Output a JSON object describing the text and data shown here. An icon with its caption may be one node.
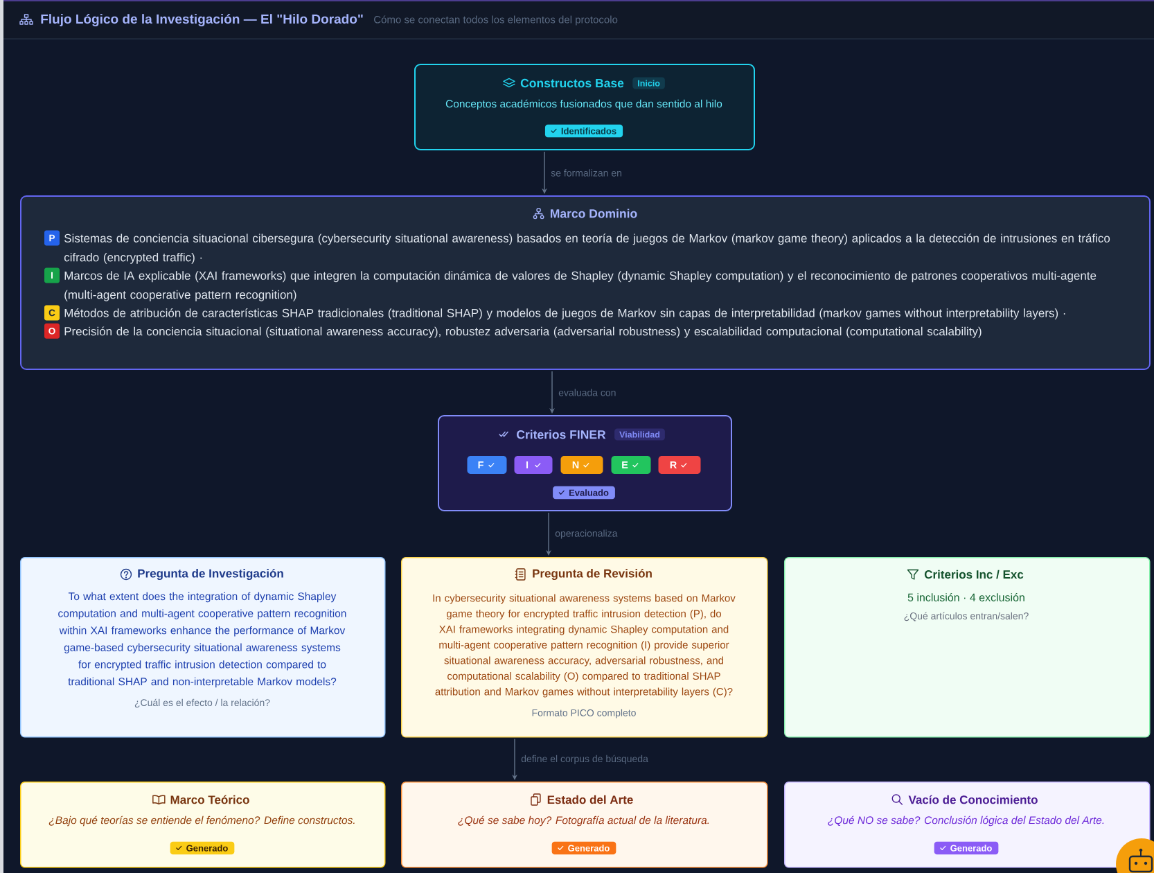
{
  "diagram": {
    "title": "Flujo Lógico de la Investigación — El \"Hilo Dorado\"",
    "nodes": [
      {
        "text": [
          "Constructos Base",
          "Inicio",
          "Conceptos académicos fusionados que dan sentido al hilo",
          "Identificados"
        ]
      },
      {
        "text": [
          "Marco Dominio",
          "P",
          "Sistemas de conciencia situacional cibersegura (cybersecurity situational awareness) basados en teoría de juegos de Markov (markov game theory) aplicados a la detección de intrusiones en tráfico cifrado (encrypted traffic) ·",
          "I",
          "Marcos de IA explicable (XAI frameworks) que integren la computación dinámica de valores de Shapley (dynamic Shapley computation) y el reconocimiento de patrones cooperativos multi-agente (multi-agent cooperative pattern recognition)",
          "C",
          "Métodos de atribución de características SHAP tradicionales (traditional SHAP) y modelos de juegos de Markov sin capas de interpretabilidad (markov games without interpretability layers) ·",
          "O",
          "Precisión de la conciencia situacional (situational awareness accuracy), robustez adversaria (adversarial robustness) y escalabilidad computacional (computational scalability)"
        ]
      },
      {
        "text": [
          "Criterios FINER",
          "Viabilidad",
          "F",
          "I",
          "N",
          "E",
          "R",
          "Evaluado"
        ]
      },
      {
        "text": [
          "Pregunta de Investigación",
          "To what extent does the integration of dynamic Shapley computation and multi-agent cooperative pattern recognition within XAI frameworks enhance the performance of Markov game-based cybersecurity situational awareness systems for encrypted traffic intrusion detection compared to traditional SHAP and non-interpretable Markov models?",
          "¿Cuál es el efecto / la relación?"
        ]
      },
      {
        "text": [
          "Pregunta de Revisión",
          "In cybersecurity situational awareness systems based on Markov game theory for encrypted traffic intrusion detection (P), do XAI frameworks integrating dynamic Shapley computation and multi-agent cooperative pattern recognition (I) provide superior situational awareness accuracy, adversarial robustness, and computational scalability (O) compared to traditional SHAP attribution and Markov games without interpretability layers (C)?",
          "Formato PICO completo"
        ]
      },
      {
        "text": [
          "Criterios Inc / Exc",
          "5 inclusión · 4 exclusión",
          "¿Qué artículos entran/salen?"
        ]
      },
      {
        "text": [
          "Marco Teórico",
          "¿Bajo qué teorías se entiende el fenómeno? Define constructos.",
          "Generado"
        ]
      },
      {
        "text": [
          "Estado del Arte",
          "¿Qué se sabe hoy? Fotografía actual de la literatura.",
          "Generado"
        ]
      },
      {
        "text": [
          "Vacío de Conocimiento",
          "¿Qué NO se sabe? Conclusión lógica del Estado del Arte.",
          "Generado"
        ]
      }
    ],
    "edges": [
      {
        "from": 0,
        "to": 1,
        "arrow": "to",
        "label": "se formalizan en"
      },
      {
        "from": 1,
        "to": 2,
        "arrow": "to",
        "label": "evaluada con"
      },
      {
        "from": 2,
        "to": 4,
        "arrow": "to",
        "label": "operacionaliza"
      },
      {
        "from": 4,
        "to": 7,
        "arrow": "to",
        "label": "define el corpus de búsqueda"
      }
    ],
    "labels": [
      "Cómo se conectan todos los elementos del protocolo"
    ]
  }
}
